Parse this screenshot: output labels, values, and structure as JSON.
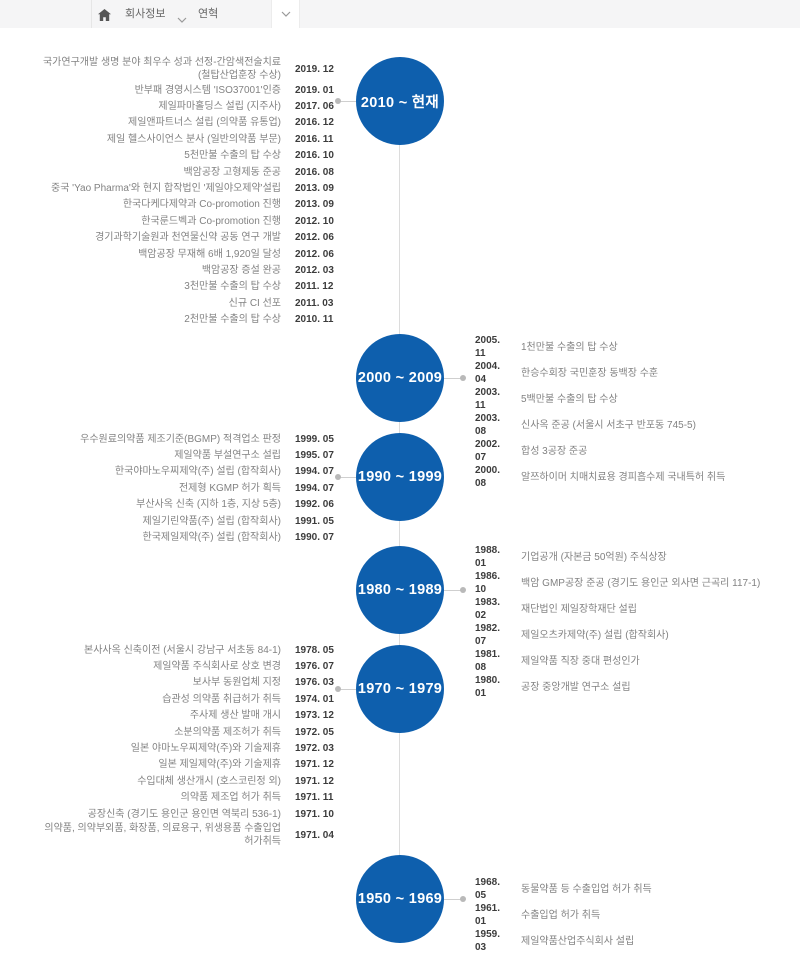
{
  "breadcrumb": {
    "home_icon": "home-icon",
    "items": [
      {
        "label": "회사정보"
      },
      {
        "label": "연혁"
      }
    ]
  },
  "timeline": {
    "accent_color": "#0e5fad",
    "line_color": "#dcdcdc",
    "sections": [
      {
        "period": "2010 ~ 현재",
        "side": "left",
        "events": [
          {
            "date": "2019. 12",
            "text": "국가연구개발 생명 분야 최우수 성과 선정-간암색전술치료 (철탑산업훈장 수상)"
          },
          {
            "date": "2019. 01",
            "text": "반부패 경영시스템 'ISO37001'인증"
          },
          {
            "date": "2017. 06",
            "text": "제일파마홀딩스 설립 (지주사)"
          },
          {
            "date": "2016. 12",
            "text": "제일앤파트너스 설립 (의약품 유통업)"
          },
          {
            "date": "2016. 11",
            "text": "제일 헬스사이언스 분사 (일반의약품 부문)"
          },
          {
            "date": "2016. 10",
            "text": "5천만불 수출의 탑 수상"
          },
          {
            "date": "2016. 08",
            "text": "백암공장 고형제동 준공"
          },
          {
            "date": "2013. 09",
            "text": "중국 'Yao Pharma'와 현지 합작법인 '제일야오제약'설립"
          },
          {
            "date": "2013. 09",
            "text": "한국다케다제약과 Co-promotion 진행"
          },
          {
            "date": "2012. 10",
            "text": "한국룬드벡과 Co-promotion 진행"
          },
          {
            "date": "2012. 06",
            "text": "경기과학기술원과 천연물신약 공동 연구 개발"
          },
          {
            "date": "2012. 06",
            "text": "백암공장 무재해 6배 1,920일 달성"
          },
          {
            "date": "2012. 03",
            "text": "백암공장 증설 완공"
          },
          {
            "date": "2011. 12",
            "text": "3천만불 수출의 탑 수상"
          },
          {
            "date": "2011. 03",
            "text": "신규 CI 선포"
          },
          {
            "date": "2010. 11",
            "text": "2천만불 수출의 탑 수상"
          }
        ]
      },
      {
        "period": "2000 ~ 2009",
        "side": "right",
        "events": [
          {
            "date": "2005. 11",
            "text": "1천만불 수출의 탑 수상"
          },
          {
            "date": "2004. 04",
            "text": "한승수회장 국민훈장 동백장 수훈"
          },
          {
            "date": "2003. 11",
            "text": "5백만불 수출의 탑 수상"
          },
          {
            "date": "2003. 08",
            "text": "신사옥 준공 (서울시 서초구 반포동 745-5)"
          },
          {
            "date": "2002. 07",
            "text": "합성 3공장 준공"
          },
          {
            "date": "2000. 08",
            "text": "알쯔하이머 치매치료용 경피흡수제 국내특허 취득"
          }
        ]
      },
      {
        "period": "1990 ~ 1999",
        "side": "left",
        "events": [
          {
            "date": "1999. 05",
            "text": "우수원료의약품 제조기준(BGMP) 적격업소 판정"
          },
          {
            "date": "1995. 07",
            "text": "제일약품 부설연구소 설립"
          },
          {
            "date": "1994. 07",
            "text": "한국야마노우찌제약(주) 설립 (합작회사)"
          },
          {
            "date": "1994. 07",
            "text": "전제형 KGMP 허가 획득"
          },
          {
            "date": "1992. 06",
            "text": "부산사옥 신축 (지하 1층, 지상 5층)"
          },
          {
            "date": "1991. 05",
            "text": "제일기린약품(주) 설립 (합작회사)"
          },
          {
            "date": "1990. 07",
            "text": "한국제일제약(주) 설립 (합작회사)"
          }
        ]
      },
      {
        "period": "1980 ~ 1989",
        "side": "right",
        "events": [
          {
            "date": "1988. 01",
            "text": "기업공개 (자본금 50억원) 주식상장"
          },
          {
            "date": "1986. 10",
            "text": "백암 GMP공장 준공 (경기도 용인군 외사면 근곡리 117-1)"
          },
          {
            "date": "1983. 02",
            "text": "재단법인 제일장학재단 설립"
          },
          {
            "date": "1982. 07",
            "text": "제일오츠카제약(주) 설립 (합작회사)"
          },
          {
            "date": "1981. 08",
            "text": "제일약품 직장 중대 편성인가"
          },
          {
            "date": "1980. 01",
            "text": "공장 중앙개발 연구소 설립"
          }
        ]
      },
      {
        "period": "1970 ~ 1979",
        "side": "left",
        "events": [
          {
            "date": "1978. 05",
            "text": "본사사옥 신축이전 (서울시 강남구 서초동 84-1)"
          },
          {
            "date": "1976. 07",
            "text": "제일약품 주식회사로 상호 변경"
          },
          {
            "date": "1976. 03",
            "text": "보사부 동원업체 지정"
          },
          {
            "date": "1974. 01",
            "text": "습관성 의약품 취급허가 취득"
          },
          {
            "date": "1973. 12",
            "text": "주사제 생산 발매 개시"
          },
          {
            "date": "1972. 05",
            "text": "소분의약품 제조허가 취득"
          },
          {
            "date": "1972. 03",
            "text": "일본 야마노우찌제약(주)와 기술제휴"
          },
          {
            "date": "1971. 12",
            "text": "일본 제일제약(주)와 기술제휴"
          },
          {
            "date": "1971. 12",
            "text": "수입대체 생산개시 (호스코린정 외)"
          },
          {
            "date": "1971. 11",
            "text": "의약품 제조업 허가 취득"
          },
          {
            "date": "1971. 10",
            "text": "공장신축 (경기도 용인군 용인면 역북리 536-1)"
          },
          {
            "date": "1971. 04",
            "text": "의약품, 의약부외품, 화장품, 의료용구, 위생용품 수출입업 허가취득"
          }
        ]
      },
      {
        "period": "1950 ~ 1969",
        "side": "right",
        "events": [
          {
            "date": "1968. 05",
            "text": "동물약품 등 수출입업 허가 취득"
          },
          {
            "date": "1961. 01",
            "text": "수출입업 허가 취득"
          },
          {
            "date": "1959. 03",
            "text": "제일약품산업주식회사 설립"
          }
        ]
      }
    ]
  }
}
